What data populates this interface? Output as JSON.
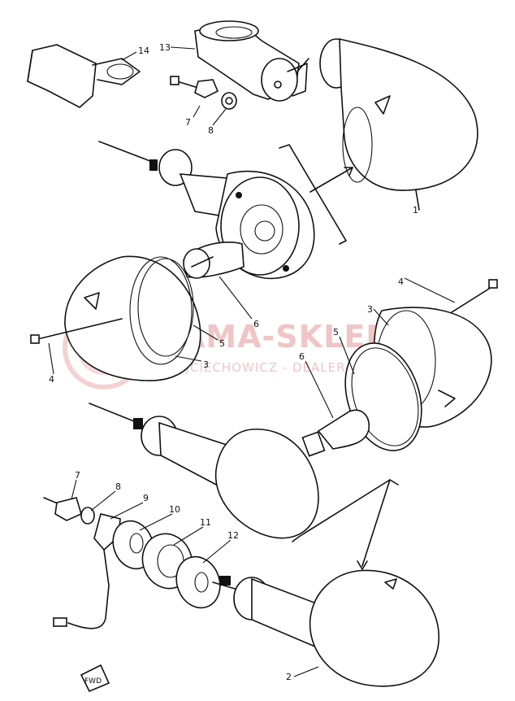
{
  "callouts": {
    "c1": "1",
    "c2": "2",
    "c3a": "3",
    "c3b": "3",
    "c4a": "4",
    "c4b": "4",
    "c5a": "5",
    "c5b": "5",
    "c6a": "6",
    "c6b": "6",
    "c7a": "7",
    "c7b": "7",
    "c8a": "8",
    "c8b": "8",
    "c9": "9",
    "c10": "10",
    "c11": "11",
    "c12": "12",
    "c13": "13",
    "c14": "14"
  },
  "fwd_marker": "FWD",
  "watermark": {
    "title": "YAMA-SKLEP.PL",
    "subtitle": "WOJCIECHOWICZ - DEALER YAMAHA"
  }
}
